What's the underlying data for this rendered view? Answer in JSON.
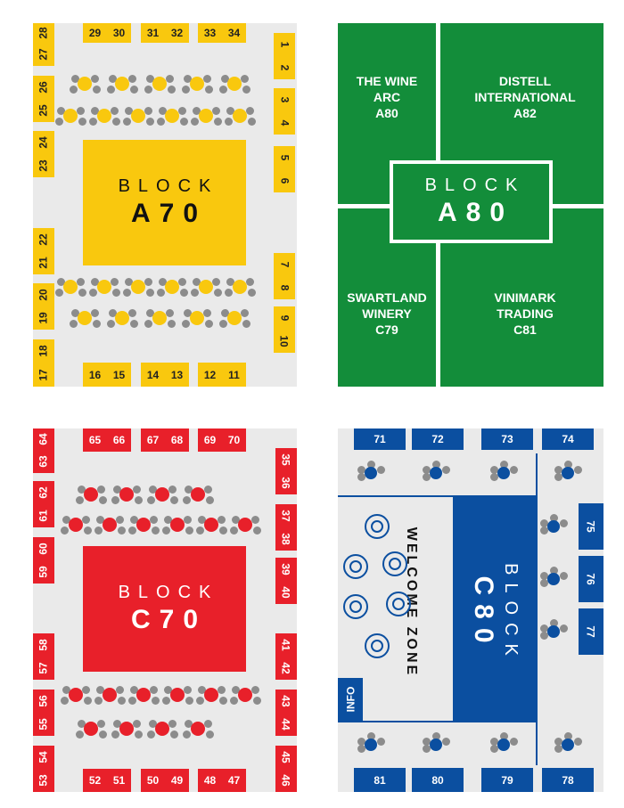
{
  "blocks": {
    "a70": {
      "word": "BLOCK",
      "code": "A70",
      "color": "#f9c80e",
      "stands": [
        "1",
        "2",
        "3",
        "4",
        "5",
        "6",
        "7",
        "8",
        "9",
        "10",
        "11",
        "12",
        "13",
        "14",
        "15",
        "16",
        "17",
        "18",
        "19",
        "20",
        "21",
        "22",
        "23",
        "24",
        "25",
        "26",
        "27",
        "28",
        "29",
        "30",
        "31",
        "32",
        "33",
        "34"
      ]
    },
    "a80": {
      "word": "BLOCK",
      "code": "A80",
      "color": "#138d3a",
      "exhibitors": [
        {
          "name_line1": "THE WINE",
          "name_line2": "ARC",
          "stand": "A80"
        },
        {
          "name_line1": "DISTELL",
          "name_line2": "INTERNATIONAL",
          "stand": "A82"
        },
        {
          "name_line1": "SWARTLAND",
          "name_line2": "WINERY",
          "stand": "C79"
        },
        {
          "name_line1": "VINIMARK",
          "name_line2": "TRADING",
          "stand": "C81"
        }
      ]
    },
    "c70": {
      "word": "BLOCK",
      "code": "C70",
      "color": "#e8202a",
      "stands": [
        "35",
        "36",
        "37",
        "38",
        "39",
        "40",
        "41",
        "42",
        "43",
        "44",
        "45",
        "46",
        "47",
        "48",
        "49",
        "50",
        "51",
        "52",
        "53",
        "54",
        "55",
        "56",
        "57",
        "58",
        "59",
        "60",
        "61",
        "62",
        "63",
        "64",
        "65",
        "66",
        "67",
        "68",
        "69",
        "70"
      ]
    },
    "c80": {
      "word": "BLOCK",
      "code": "C80",
      "color": "#0b4fa0",
      "welcome_zone": "WELCOME ZONE",
      "info": "INFO",
      "stands": [
        "71",
        "72",
        "73",
        "74",
        "75",
        "76",
        "77",
        "78",
        "79",
        "80",
        "81"
      ]
    }
  }
}
